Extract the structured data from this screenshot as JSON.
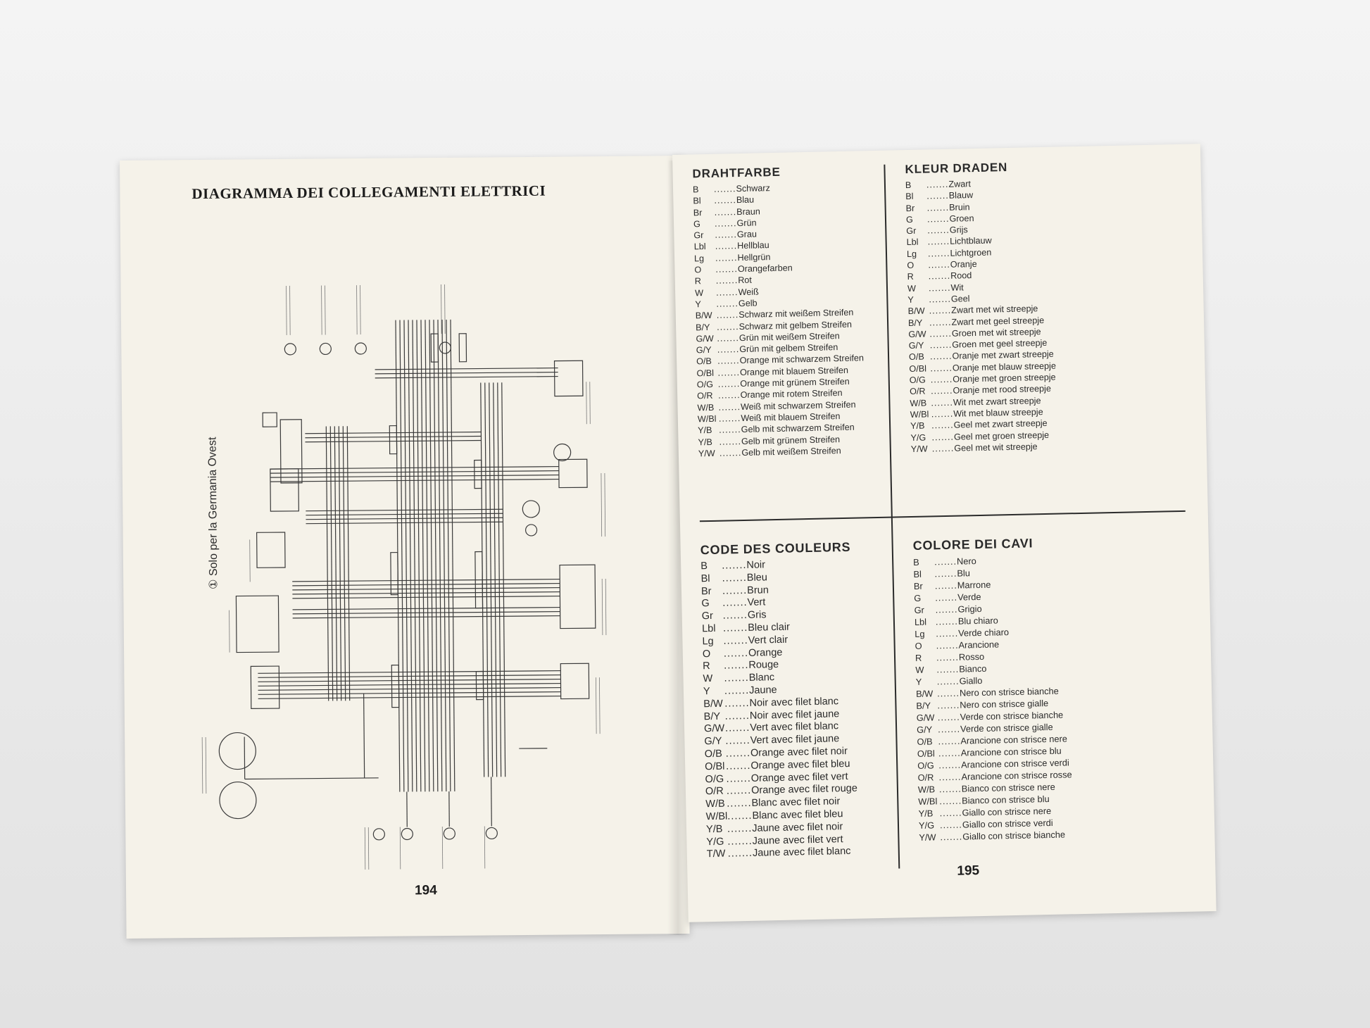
{
  "left_page": {
    "title": "DIAGRAMMA DEI COLLEGAMENTI ELETTRICI",
    "note_number": "①",
    "note_text": "Solo per la Germania Ovest",
    "page_number": "194"
  },
  "right_page": {
    "page_number": "195",
    "legends": {
      "de": {
        "heading": "DRAHTFARBE",
        "entries": [
          {
            "code": "B",
            "name": "Schwarz"
          },
          {
            "code": "Bl",
            "name": "Blau"
          },
          {
            "code": "Br",
            "name": "Braun"
          },
          {
            "code": "G",
            "name": "Grün"
          },
          {
            "code": "Gr",
            "name": "Grau"
          },
          {
            "code": "Lbl",
            "name": "Hellblau"
          },
          {
            "code": "Lg",
            "name": "Hellgrün"
          },
          {
            "code": "O",
            "name": "Orangefarben"
          },
          {
            "code": "R",
            "name": "Rot"
          },
          {
            "code": "W",
            "name": "Weiß"
          },
          {
            "code": "Y",
            "name": "Gelb"
          },
          {
            "code": "B/W",
            "name": "Schwarz mit weißem Streifen"
          },
          {
            "code": "B/Y",
            "name": "Schwarz mit gelbem Streifen"
          },
          {
            "code": "G/W",
            "name": "Grün mit weißem Streifen"
          },
          {
            "code": "G/Y",
            "name": "Grün mit gelbem Streifen"
          },
          {
            "code": "O/B",
            "name": "Orange mit schwarzem Streifen"
          },
          {
            "code": "O/Bl",
            "name": "Orange mit blauem Streifen"
          },
          {
            "code": "O/G",
            "name": "Orange mit grünem Streifen"
          },
          {
            "code": "O/R",
            "name": "Orange mit rotem Streifen"
          },
          {
            "code": "W/B",
            "name": "Weiß mit schwarzem Streifen"
          },
          {
            "code": "W/Bl",
            "name": "Weiß mit blauem Streifen"
          },
          {
            "code": "Y/B",
            "name": "Gelb mit schwarzem Streifen"
          },
          {
            "code": "Y/B",
            "name": "Gelb mit grünem Streifen"
          },
          {
            "code": "Y/W",
            "name": "Gelb mit weißem Streifen"
          }
        ]
      },
      "nl": {
        "heading": "KLEUR DRADEN",
        "entries": [
          {
            "code": "B",
            "name": "Zwart"
          },
          {
            "code": "Bl",
            "name": "Blauw"
          },
          {
            "code": "Br",
            "name": "Bruin"
          },
          {
            "code": "G",
            "name": "Groen"
          },
          {
            "code": "Gr",
            "name": "Grijs"
          },
          {
            "code": "Lbl",
            "name": "Lichtblauw"
          },
          {
            "code": "Lg",
            "name": "Lichtgroen"
          },
          {
            "code": "O",
            "name": "Oranje"
          },
          {
            "code": "R",
            "name": "Rood"
          },
          {
            "code": "W",
            "name": "Wit"
          },
          {
            "code": "Y",
            "name": "Geel"
          },
          {
            "code": "B/W",
            "name": "Zwart met wit streepje"
          },
          {
            "code": "B/Y",
            "name": "Zwart met geel streepje"
          },
          {
            "code": "G/W",
            "name": "Groen met wit streepje"
          },
          {
            "code": "G/Y",
            "name": "Groen met geel streepje"
          },
          {
            "code": "O/B",
            "name": "Oranje met zwart streepje"
          },
          {
            "code": "O/Bl",
            "name": "Oranje met blauw streepje"
          },
          {
            "code": "O/G",
            "name": "Oranje met groen streepje"
          },
          {
            "code": "O/R",
            "name": "Oranje met rood streepje"
          },
          {
            "code": "W/B",
            "name": "Wit met zwart streepje"
          },
          {
            "code": "W/Bl",
            "name": "Wit met blauw streepje"
          },
          {
            "code": "Y/B",
            "name": "Geel met zwart streepje"
          },
          {
            "code": "Y/G",
            "name": "Geel met groen streepje"
          },
          {
            "code": "Y/W",
            "name": "Geel met wit streepje"
          }
        ]
      },
      "fr": {
        "heading": "CODE DES COULEURS",
        "entries": [
          {
            "code": "B",
            "name": "Noir"
          },
          {
            "code": "Bl",
            "name": "Bleu"
          },
          {
            "code": "Br",
            "name": "Brun"
          },
          {
            "code": "G",
            "name": "Vert"
          },
          {
            "code": "Gr",
            "name": "Gris"
          },
          {
            "code": "Lbl",
            "name": "Bleu clair"
          },
          {
            "code": "Lg",
            "name": "Vert clair"
          },
          {
            "code": "O",
            "name": "Orange"
          },
          {
            "code": "R",
            "name": "Rouge"
          },
          {
            "code": "W",
            "name": "Blanc"
          },
          {
            "code": "Y",
            "name": "Jaune"
          },
          {
            "code": "B/W",
            "name": "Noir avec filet blanc"
          },
          {
            "code": "B/Y",
            "name": "Noir avec filet jaune"
          },
          {
            "code": "G/W",
            "name": "Vert avec filet blanc"
          },
          {
            "code": "G/Y",
            "name": "Vert avec filet jaune"
          },
          {
            "code": "O/B",
            "name": "Orange avec filet noir"
          },
          {
            "code": "O/Bl",
            "name": "Orange avec filet bleu"
          },
          {
            "code": "O/G",
            "name": "Orange avec filet vert"
          },
          {
            "code": "O/R",
            "name": "Orange avec filet rouge"
          },
          {
            "code": "W/B",
            "name": "Blanc avec filet noir"
          },
          {
            "code": "W/Bl",
            "name": "Blanc avec filet bleu"
          },
          {
            "code": "Y/B",
            "name": "Jaune avec filet noir"
          },
          {
            "code": "Y/G",
            "name": "Jaune avec filet vert"
          },
          {
            "code": "T/W",
            "name": "Jaune avec filet blanc"
          }
        ]
      },
      "it": {
        "heading": "COLORE DEI CAVI",
        "entries": [
          {
            "code": "B",
            "name": "Nero"
          },
          {
            "code": "Bl",
            "name": "Blu"
          },
          {
            "code": "Br",
            "name": "Marrone"
          },
          {
            "code": "G",
            "name": "Verde"
          },
          {
            "code": "Gr",
            "name": "Grigio"
          },
          {
            "code": "Lbl",
            "name": "Blu chiaro"
          },
          {
            "code": "Lg",
            "name": "Verde chiaro"
          },
          {
            "code": "O",
            "name": "Arancione"
          },
          {
            "code": "R",
            "name": "Rosso"
          },
          {
            "code": "W",
            "name": "Bianco"
          },
          {
            "code": "Y",
            "name": "Giallo"
          },
          {
            "code": "B/W",
            "name": "Nero con strisce bianche"
          },
          {
            "code": "B/Y",
            "name": "Nero con strisce gialle"
          },
          {
            "code": "G/W",
            "name": "Verde con strisce bianche"
          },
          {
            "code": "G/Y",
            "name": "Verde con strisce gialle"
          },
          {
            "code": "O/B",
            "name": "Arancione con strisce nere"
          },
          {
            "code": "O/Bl",
            "name": "Arancione con strisce blu"
          },
          {
            "code": "O/G",
            "name": "Arancione con strisce verdi"
          },
          {
            "code": "O/R",
            "name": "Arancione con strisce rosse"
          },
          {
            "code": "W/B",
            "name": "Bianco con strisce nere"
          },
          {
            "code": "W/Bl",
            "name": "Bianco con strisce blu"
          },
          {
            "code": "Y/B",
            "name": "Giallo con strisce nere"
          },
          {
            "code": "Y/G",
            "name": "Giallo con strisce verdi"
          },
          {
            "code": "Y/W",
            "name": "Giallo con strisce bianche"
          }
        ]
      }
    }
  }
}
